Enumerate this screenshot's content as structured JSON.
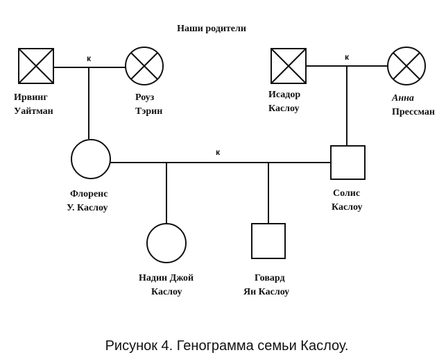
{
  "header": {
    "title": "Наши родители"
  },
  "marriage_marks": {
    "left_parents": "к",
    "right_parents": "к",
    "main_couple": "к"
  },
  "people": {
    "irving": {
      "line1": "Ирвинг",
      "line2": "Уайтман",
      "sex": "male",
      "deceased": true
    },
    "rose": {
      "line1": "Роуз",
      "line2": "Тэрин",
      "sex": "female",
      "deceased": true
    },
    "isador": {
      "line1": "Исадор",
      "line2": "Каслоу",
      "sex": "male",
      "deceased": true
    },
    "anna": {
      "line1": "Анна",
      "line2": "Прессман",
      "sex": "female",
      "deceased": true
    },
    "florence": {
      "line1": "Флоренс",
      "line2": "У. Каслоу",
      "sex": "female",
      "deceased": false
    },
    "solis": {
      "line1": "Солис",
      "line2": "Каслоу",
      "sex": "male",
      "deceased": false
    },
    "nadine": {
      "line1": "Надин Джой",
      "line2": "Каслоу",
      "sex": "female",
      "deceased": false
    },
    "howard": {
      "line1": "Говард",
      "line2": "Ян Каслоу",
      "sex": "male",
      "deceased": false
    }
  },
  "caption": "Рисунок 4. Генограмма семьи Каслоу."
}
